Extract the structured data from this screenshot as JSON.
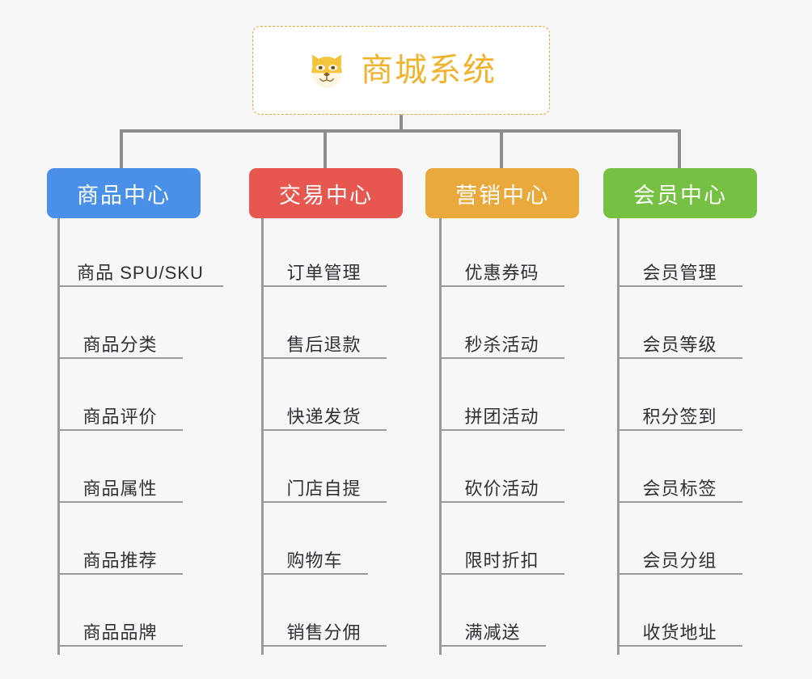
{
  "root": {
    "title": "商城系统",
    "icon": "shiba-dog-face-icon",
    "border_color": "#e8a33d",
    "title_color": "#f0b32e",
    "background": "#ffffff"
  },
  "canvas": {
    "background": "#f7f7f7",
    "connector_color": "#8d8d8d",
    "leaf_line_color": "#9a9a9a"
  },
  "columns": [
    {
      "title": "商品中心",
      "color": "#4a90e8",
      "items": [
        "商品 SPU/SKU",
        "商品分类",
        "商品评价",
        "商品属性",
        "商品推荐",
        "商品品牌"
      ]
    },
    {
      "title": "交易中心",
      "color": "#e6574f",
      "items": [
        "订单管理",
        "售后退款",
        "快递发货",
        "门店自提",
        "购物车",
        "销售分佣"
      ]
    },
    {
      "title": "营销中心",
      "color": "#e9a93d",
      "items": [
        "优惠券码",
        "秒杀活动",
        "拼团活动",
        "砍价活动",
        "限时折扣",
        "满减送"
      ]
    },
    {
      "title": "会员中心",
      "color": "#76c043",
      "items": [
        "会员管理",
        "会员等级",
        "积分签到",
        "会员标签",
        "会员分组",
        "收货地址"
      ]
    }
  ]
}
